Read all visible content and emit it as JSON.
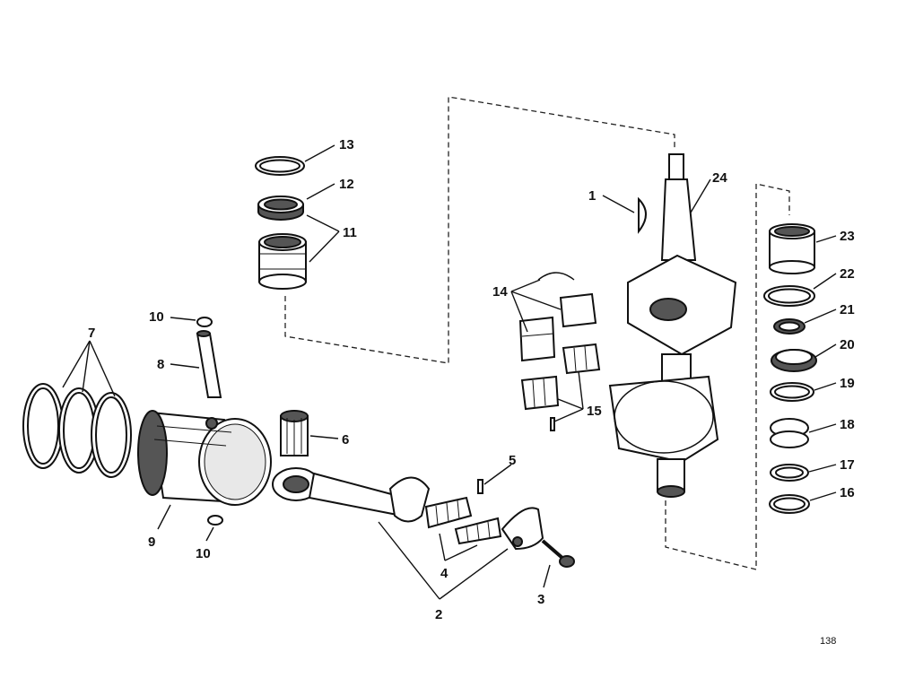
{
  "callouts": {
    "c1": "1",
    "c2": "2",
    "c3": "3",
    "c4": "4",
    "c5": "5",
    "c6": "6",
    "c7": "7",
    "c8": "8",
    "c9": "9",
    "c10a": "10",
    "c10b": "10",
    "c11": "11",
    "c12": "12",
    "c13": "13",
    "c14": "14",
    "c15": "15",
    "c16": "16",
    "c17": "17",
    "c18": "18",
    "c19": "19",
    "c20": "20",
    "c21": "21",
    "c22": "22",
    "c23": "23",
    "c24": "24"
  },
  "page_number": "138"
}
